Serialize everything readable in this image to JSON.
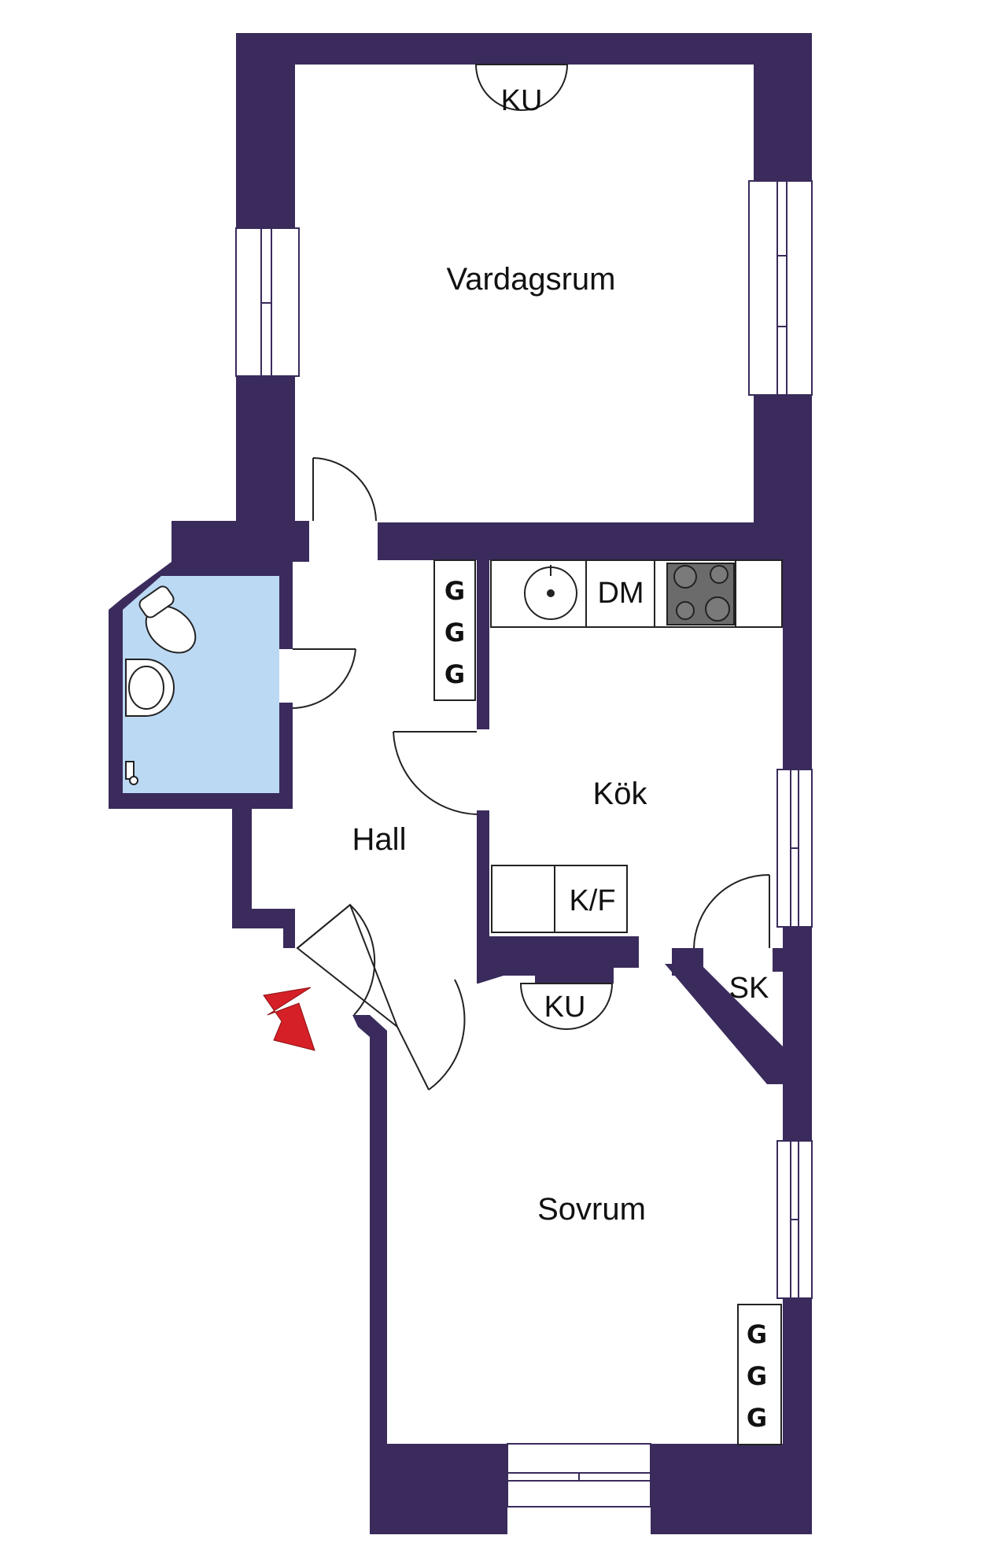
{
  "rooms": {
    "living_room": "Vardagsrum",
    "kitchen": "Kök",
    "hall": "Hall",
    "bedroom": "Sovrum"
  },
  "fixtures": {
    "tiled_stove_living": "KU",
    "tiled_stove_bedroom": "KU",
    "dishwasher": "DM",
    "fridge_freezer": "K/F",
    "cabinet": "SK",
    "wardrobe_hall": [
      "G",
      "G",
      "G"
    ],
    "wardrobe_bedroom": [
      "G",
      "G",
      "G"
    ]
  },
  "icons": {
    "entrance": "entrance-arrow-icon",
    "toilet": "toilet-icon",
    "washbasin": "washbasin-icon",
    "kitchen_sink": "kitchen-sink-icon",
    "stove": "stove-icon",
    "shower": "shower-icon"
  },
  "colors": {
    "wall": "#3a2b5c",
    "bathroom_floor": "#bcd9f4",
    "entrance_arrow": "#d62027",
    "stove_top": "#6b6b6b"
  }
}
